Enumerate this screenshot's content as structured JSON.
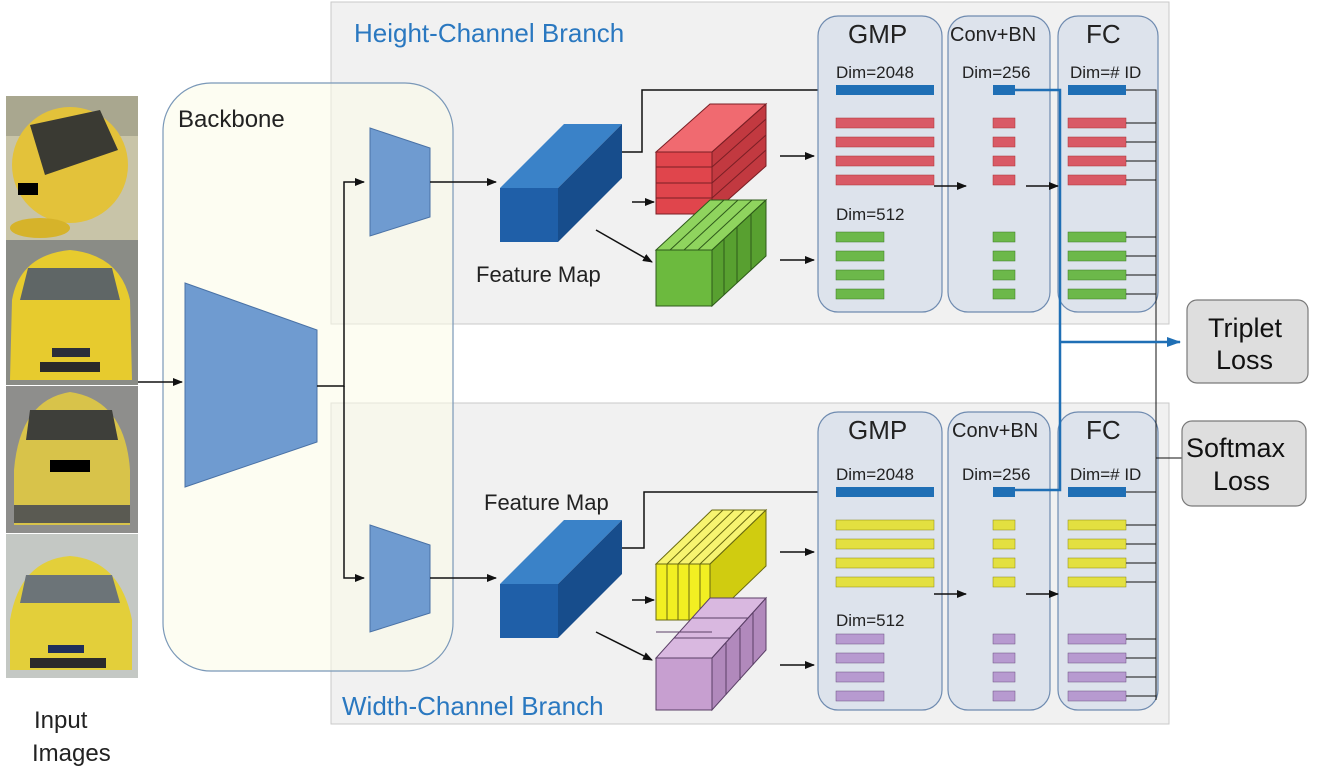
{
  "title_top": "Height-Channel Branch",
  "title_bottom": "Width-Channel Branch",
  "backbone_label": "Backbone",
  "input_label_line1": "Input",
  "input_label_line2": "Images",
  "feature_map_label": "Feature Map",
  "columns": {
    "gmp": "GMP",
    "conv_bn": "Conv+BN",
    "fc": "FC"
  },
  "dims": {
    "global": "Dim=2048",
    "local": "Dim=512",
    "reduced": "Dim=256",
    "ids": "Dim=# ID"
  },
  "losses": {
    "triplet_line1": "Triplet",
    "triplet_line2": "Loss",
    "softmax_line1": "Softmax",
    "softmax_line2": "Loss"
  },
  "input_images": [
    "car-image-1",
    "car-image-2",
    "car-image-3",
    "car-image-4"
  ],
  "colors": {
    "accent_blue": "#1f6fb5",
    "title_blue": "#2a78c0",
    "red_parts": "#d95a66",
    "green_parts": "#6cb84a",
    "yellow_parts": "#e3e040",
    "purple_parts": "#b79ad0",
    "panel_bg": "#f1f1f1",
    "column_bg": "#dde3ec",
    "backbone_bg": "#fbfbe8",
    "trapezoid": "#6f9bd0",
    "loss_bg": "#dedede"
  }
}
